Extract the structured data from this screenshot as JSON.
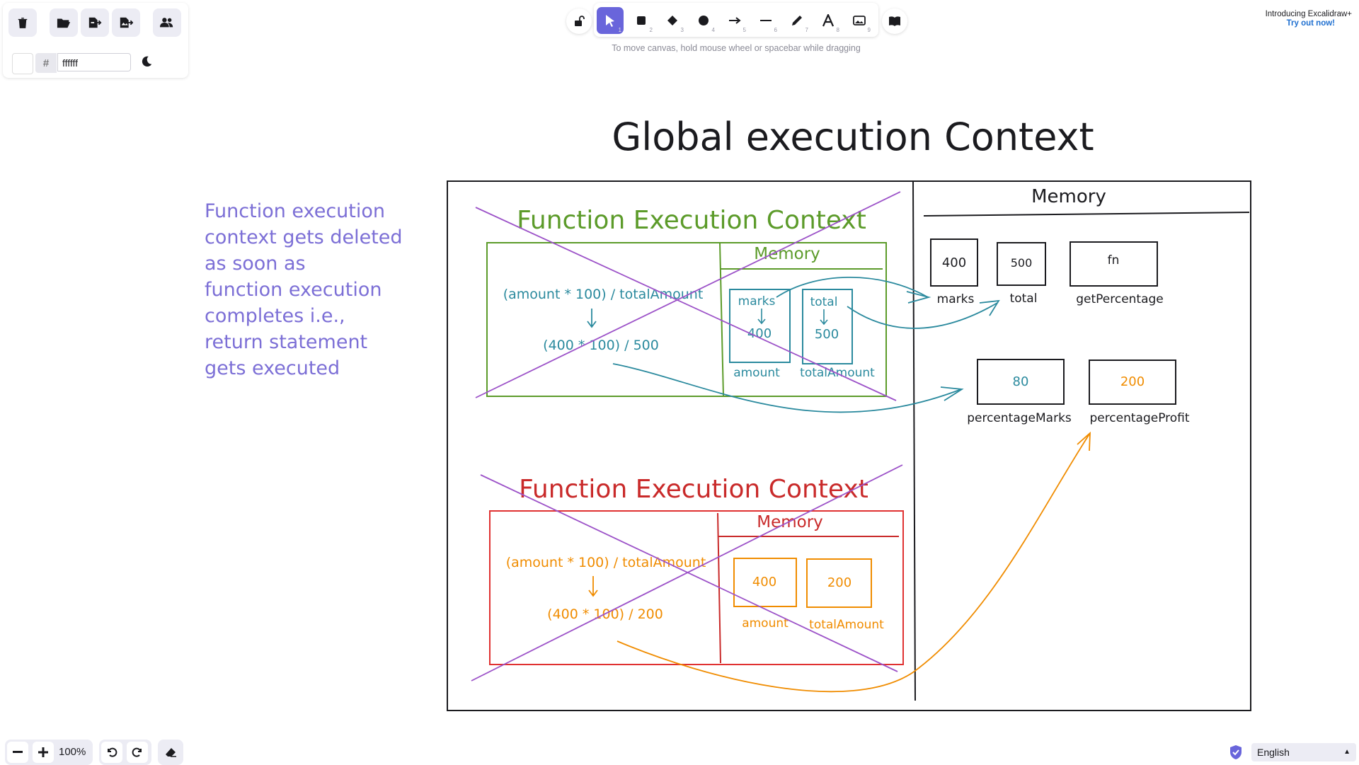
{
  "toolbar_left": {
    "color_hash": "#",
    "color_hex": "ffffff"
  },
  "toolbar": {
    "hint": "To move canvas, hold mouse wheel or spacebar while dragging",
    "tools": [
      {
        "name": "selection",
        "shortcut": "1"
      },
      {
        "name": "rectangle",
        "shortcut": "2"
      },
      {
        "name": "diamond",
        "shortcut": "3"
      },
      {
        "name": "ellipse",
        "shortcut": "4"
      },
      {
        "name": "arrow",
        "shortcut": "5"
      },
      {
        "name": "line",
        "shortcut": "6"
      },
      {
        "name": "draw",
        "shortcut": "7"
      },
      {
        "name": "text",
        "shortcut": "8"
      },
      {
        "name": "image",
        "shortcut": "9"
      }
    ]
  },
  "promo": {
    "line1": "Introducing Excalidraw+",
    "line2": "Try out now!"
  },
  "footer": {
    "zoom": "100%",
    "language": "English"
  },
  "drawing": {
    "title": "Global execution Context",
    "note": [
      "Function execution",
      "context gets deleted",
      "as soon as",
      "function execution",
      "completes i.e.,",
      "return statement",
      "gets executed"
    ],
    "gec_memory_title": "Memory",
    "gec_boxes": [
      {
        "value": "400",
        "label": "marks"
      },
      {
        "value": "500",
        "label": "total"
      },
      {
        "value": "fn",
        "label": "getPercentage"
      },
      {
        "value": "80",
        "label": "percentageMarks"
      },
      {
        "value": "200",
        "label": "percentageProfit"
      }
    ],
    "fec1": {
      "title": "Function Execution Context",
      "memory_title": "Memory",
      "expr1": "(amount * 100) / totalAmount",
      "expr2": "(400 * 100) / 500",
      "box1_top": "marks",
      "box1_val": "400",
      "box1_label": "amount",
      "box2_top": "total",
      "box2_val": "500",
      "box2_label": "totalAmount"
    },
    "fec2": {
      "title": "Function Execution Context",
      "memory_title": "Memory",
      "expr1": "(amount * 100) / totalAmount",
      "expr2": "(400 * 100) / 200",
      "box1_val": "400",
      "box1_label": "amount",
      "box2_val": "200",
      "box2_label": "totalAmount"
    }
  },
  "colors": {
    "accent": "#6965db",
    "green": "#5c9b2a",
    "teal": "#2b8a9e",
    "red": "#c92a2a",
    "orange": "#f08c00",
    "purple": "#9c52c8",
    "note_purple": "#7c6fd6"
  }
}
